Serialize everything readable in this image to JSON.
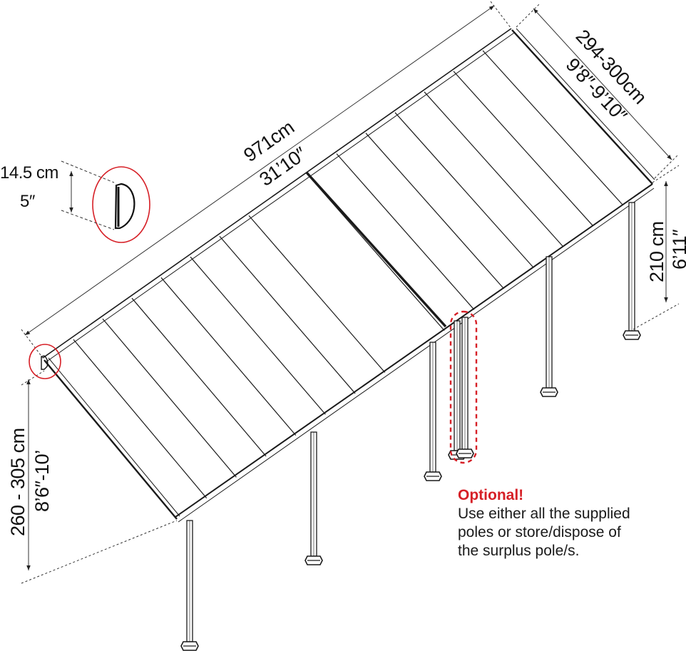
{
  "dimensions": {
    "length_cm": "971cm",
    "length_ft": "31’10″",
    "width_cm": "294-300cm",
    "width_ft": "9’8″-9’10″",
    "height_front_cm": "210 cm",
    "height_front_ft": "6’11″",
    "height_back_cm": "260 - 305 cm",
    "height_back_ft": "8’6″-10’",
    "profile_cm": "14.5 cm",
    "profile_in": "5″"
  },
  "note": {
    "title": "Optional!",
    "body": "Use either all the supplied\npoles or store/dispose of\nthe surplus pole/s."
  },
  "colors": {
    "line": "#1a1a1a",
    "highlight": "#d61f26",
    "dimension": "#333333"
  }
}
